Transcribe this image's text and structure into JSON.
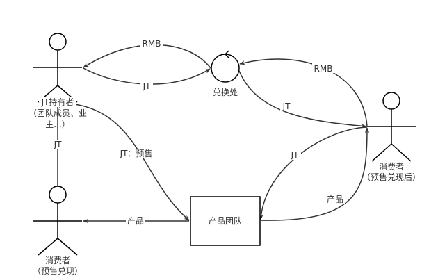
{
  "actors": {
    "holder": {
      "lines": [
        "JT持有者",
        "（团队成员、业",
        "主...）"
      ]
    },
    "consumer_pre": {
      "lines": [
        "消费者",
        "（预售兑现）"
      ]
    },
    "consumer_post": {
      "lines": [
        "消费者",
        "（预售兑现后）"
      ]
    }
  },
  "nodes": {
    "exchange": {
      "label": "兑换处"
    },
    "team": {
      "label": "产品团队"
    }
  },
  "edges": {
    "rmb_to_holder": "RMB",
    "jt_to_exchange": "JT",
    "rmb_to_exchange": "RMB",
    "jt_to_consumer": "JT",
    "presale": "JT：预售",
    "jt_upward": "JT",
    "product_to_consumer_pre": "产品",
    "jt_to_team": "JT",
    "product_to_consumer_post": "产品"
  }
}
